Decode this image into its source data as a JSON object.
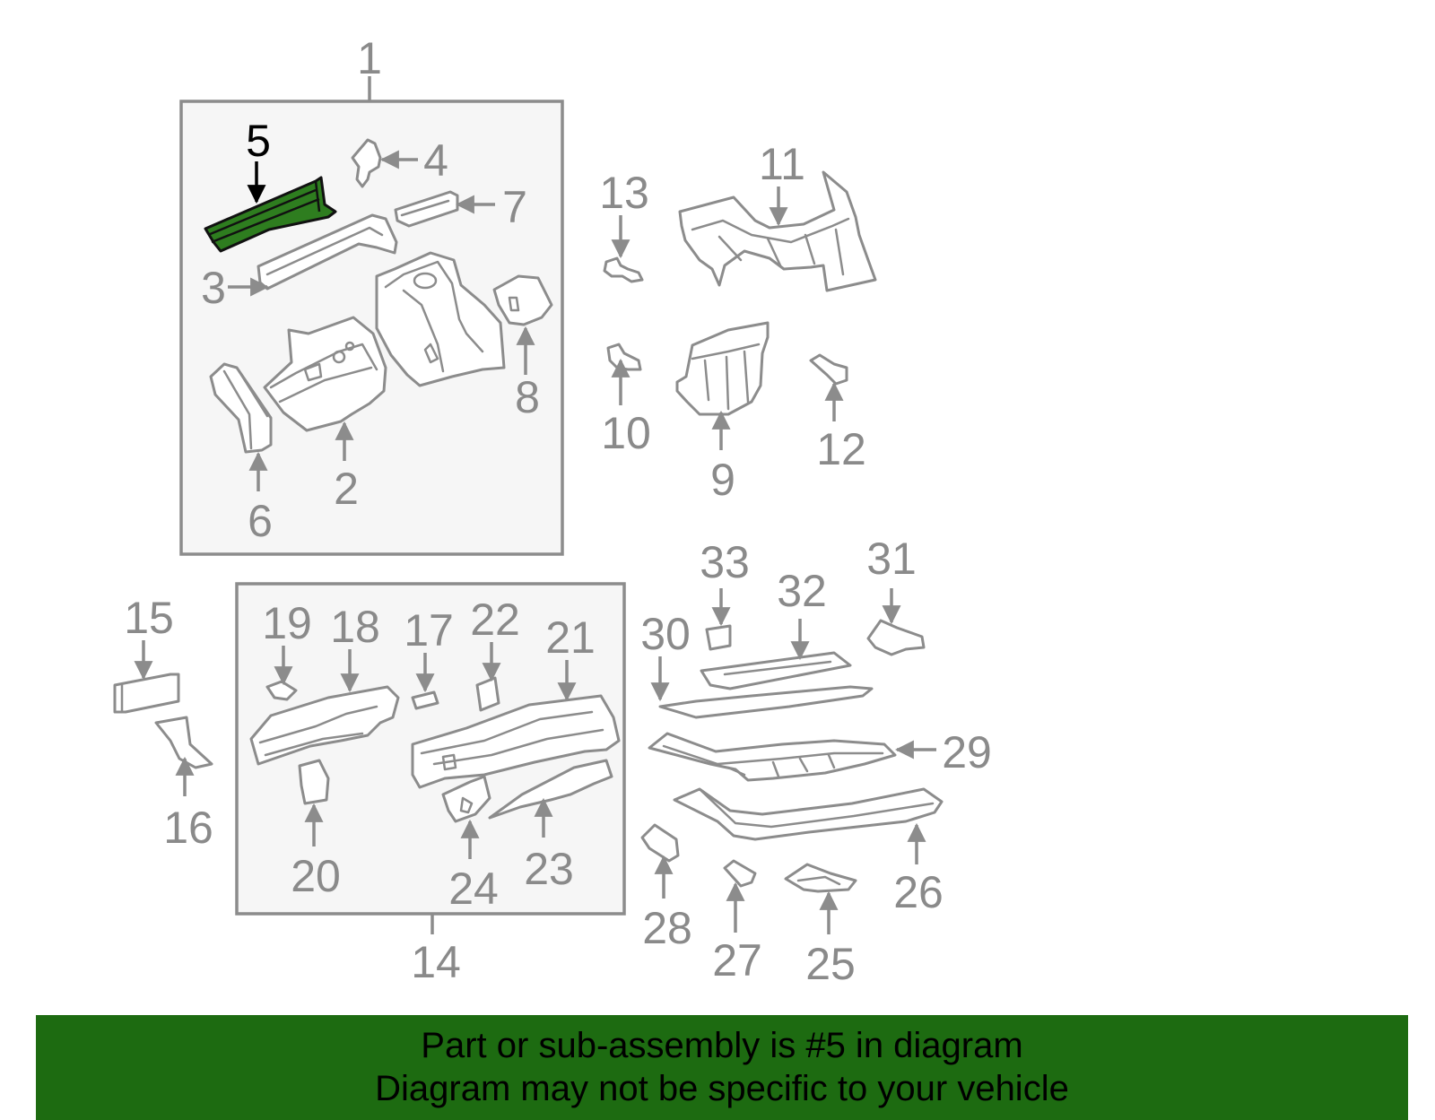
{
  "diagram": {
    "highlighted_part": "5",
    "callouts": [
      "1",
      "2",
      "3",
      "4",
      "5",
      "6",
      "7",
      "8",
      "9",
      "10",
      "11",
      "12",
      "13",
      "14",
      "15",
      "16",
      "17",
      "18",
      "19",
      "20",
      "21",
      "22",
      "23",
      "24",
      "25",
      "26",
      "27",
      "28",
      "29",
      "30",
      "31",
      "32",
      "33"
    ],
    "colors": {
      "highlight_fill": "#2e7d1f",
      "outline": "#8c8c8c",
      "group_box": "#f6f6f6",
      "banner": "#1d6b11"
    }
  },
  "banner": {
    "line1": "Part or sub-assembly is #5 in diagram",
    "line2": "Diagram may not be specific to your vehicle"
  }
}
